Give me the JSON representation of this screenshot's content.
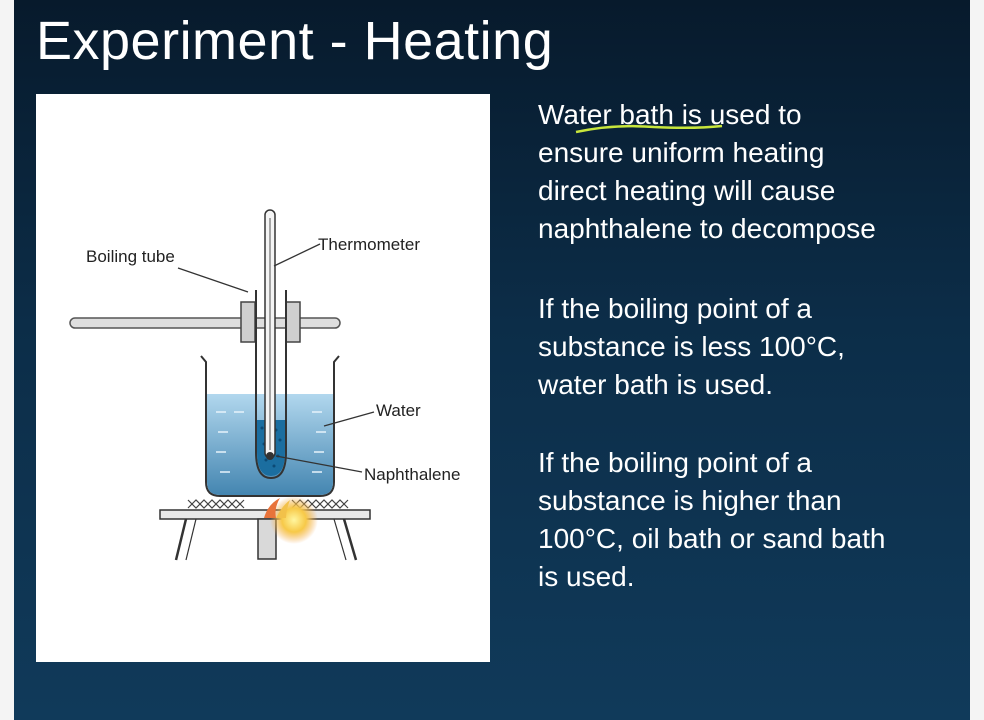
{
  "title": "Experiment - Heating",
  "figure": {
    "labels": {
      "boiling_tube": "Boiling tube",
      "thermometer": "Thermometer",
      "water": "Water",
      "naphthalene": "Naphthalene"
    }
  },
  "notes": [
    {
      "lines": [
        "Water bath is used to",
        "ensure uniform heating",
        "direct heating will cause",
        "naphthalene to decompose"
      ]
    },
    {
      "lines": [
        "If the boiling point of a",
        "substance is less 100°C,",
        "water bath is used."
      ]
    },
    {
      "lines": [
        "If the boiling point of a",
        "substance is higher than",
        "100°C, oil bath or sand bath",
        "is used."
      ]
    }
  ],
  "colors": {
    "background": "#0c2d48",
    "highlight_underline": "#c8e63c",
    "water": "#4a90b8",
    "naphthalene": "#1a6a9a"
  }
}
